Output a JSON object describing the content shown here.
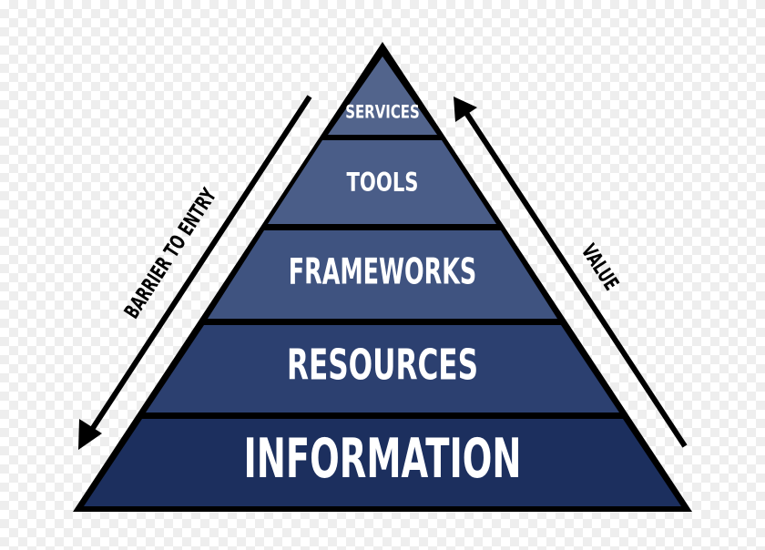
{
  "pyramid": {
    "tiers": [
      {
        "label": "SERVICES",
        "color": "#52648c"
      },
      {
        "label": "TOOLS",
        "color": "#4a5d88"
      },
      {
        "label": "FRAMEWORKS",
        "color": "#3f5380"
      },
      {
        "label": "RESOURCES",
        "color": "#2c4070"
      },
      {
        "label": "INFORMATION",
        "color": "#1c2f5e"
      }
    ],
    "outline_color": "#000000"
  },
  "arrows": {
    "left": {
      "label": "BARRIER TO ENTRY",
      "direction": "down"
    },
    "right": {
      "label": "VALUE",
      "direction": "up"
    }
  }
}
